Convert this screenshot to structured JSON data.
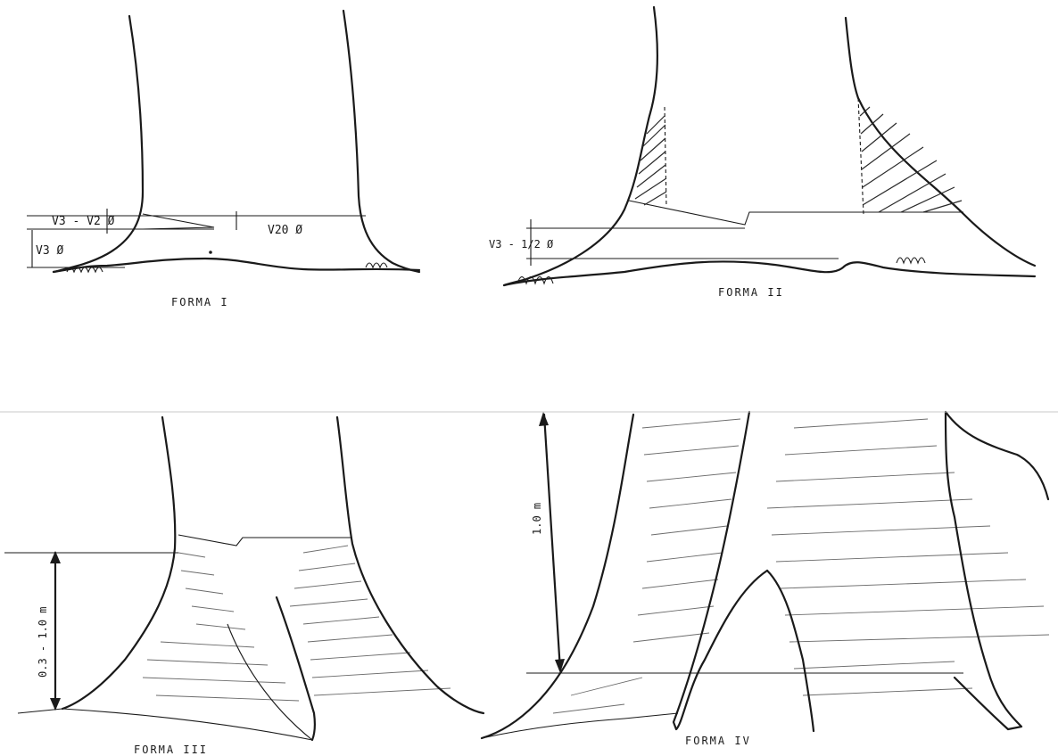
{
  "figures": [
    {
      "id": "forma-1",
      "caption": "FORMA I",
      "labels": [
        "V3 - V2 Ø",
        "V20 Ø",
        "V3 Ø"
      ]
    },
    {
      "id": "forma-2",
      "caption": "FORMA II",
      "labels": [
        "V3 - 1/2 Ø"
      ]
    },
    {
      "id": "forma-3",
      "caption": "FORMA III",
      "labels": [
        "0.3 - 1.0 m"
      ]
    },
    {
      "id": "forma-4",
      "caption": "FORMA IV",
      "labels": [
        "1.0 m"
      ]
    }
  ],
  "colors": {
    "ink": "#1a1a1a",
    "paper": "#ffffff"
  }
}
